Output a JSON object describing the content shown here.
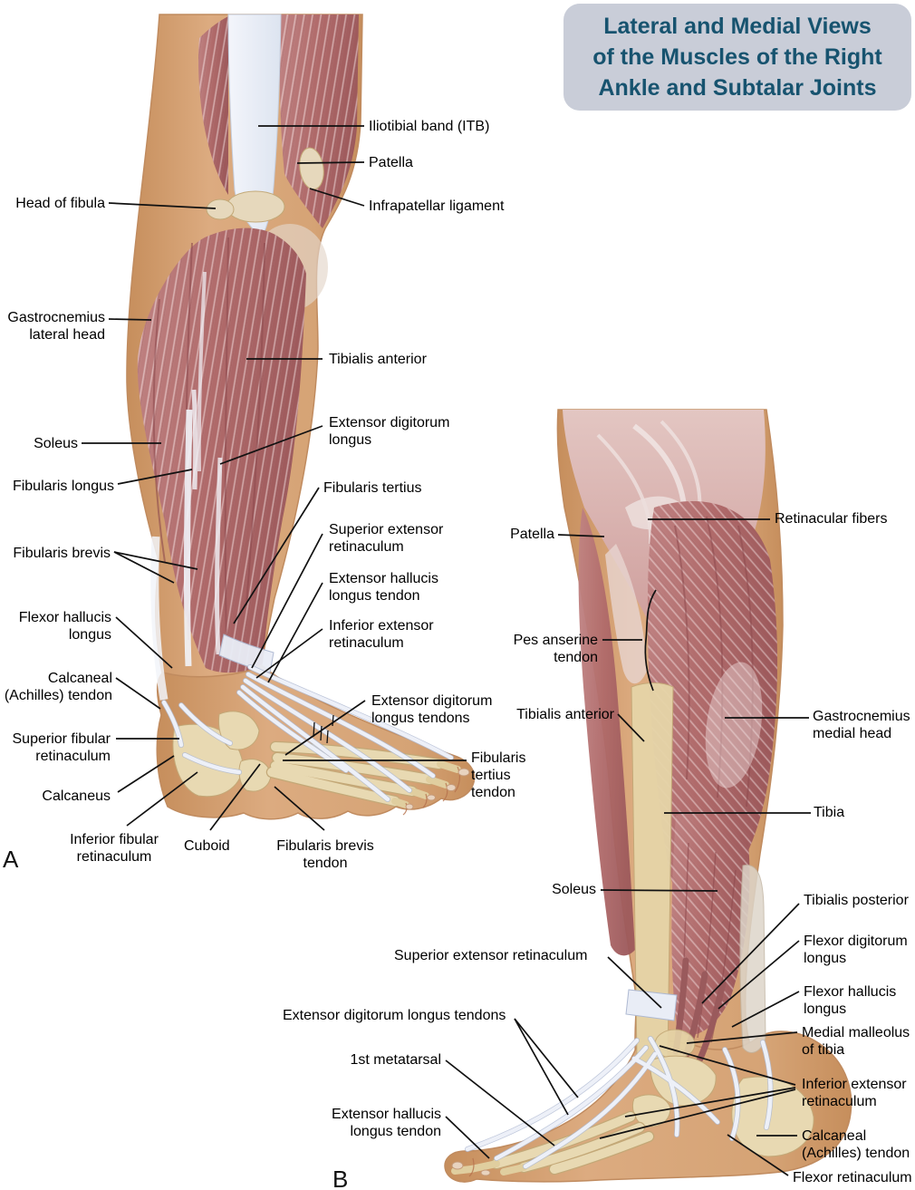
{
  "title": {
    "line1": "Lateral and Medial Views",
    "line2": "of the Muscles of the Right",
    "line3": "Ankle and Subtalar Joints"
  },
  "figure_a": {
    "letter": "A",
    "view": "lateral",
    "labels": [
      {
        "id": "iliotibial-band",
        "text": "Iliotibial band (ITB)"
      },
      {
        "id": "patella",
        "text": "Patella"
      },
      {
        "id": "head-of-fibula",
        "text": "Head of fibula"
      },
      {
        "id": "infrapatellar-ligament",
        "text": "Infrapatellar ligament"
      },
      {
        "id": "gastrocnemius-lateral-head",
        "text": "Gastrocnemius\nlateral head"
      },
      {
        "id": "tibialis-anterior",
        "text": "Tibialis anterior"
      },
      {
        "id": "soleus",
        "text": "Soleus"
      },
      {
        "id": "extensor-digitorum-longus",
        "text": "Extensor digitorum\nlongus"
      },
      {
        "id": "fibularis-longus",
        "text": "Fibularis longus"
      },
      {
        "id": "fibularis-tertius",
        "text": "Fibularis tertius"
      },
      {
        "id": "superior-extensor-retinaculum",
        "text": "Superior extensor\nretinaculum"
      },
      {
        "id": "fibularis-brevis",
        "text": "Fibularis brevis"
      },
      {
        "id": "extensor-hallucis-longus-tendon",
        "text": "Extensor hallucis\nlongus tendon"
      },
      {
        "id": "inferior-extensor-retinaculum",
        "text": "Inferior extensor\nretinaculum"
      },
      {
        "id": "flexor-hallucis-longus",
        "text": "Flexor hallucis\nlongus"
      },
      {
        "id": "calcaneal-achilles-tendon",
        "text": "Calcaneal\n(Achilles) tendon"
      },
      {
        "id": "extensor-digitorum-longus-tendons",
        "text": "Extensor digitorum\nlongus tendons"
      },
      {
        "id": "superior-fibular-retinaculum",
        "text": "Superior fibular\nretinaculum"
      },
      {
        "id": "fibularis-tertius-tendon",
        "text": "Fibularis\ntertius\ntendon"
      },
      {
        "id": "calcaneus",
        "text": "Calcaneus"
      },
      {
        "id": "inferior-fibular-retinaculum",
        "text": "Inferior fibular\nretinaculum"
      },
      {
        "id": "cuboid",
        "text": "Cuboid"
      },
      {
        "id": "fibularis-brevis-tendon",
        "text": "Fibularis brevis\ntendon"
      }
    ]
  },
  "figure_b": {
    "letter": "B",
    "view": "medial",
    "labels": [
      {
        "id": "retinacular-fibers",
        "text": "Retinacular fibers"
      },
      {
        "id": "patella",
        "text": "Patella"
      },
      {
        "id": "pes-anserine-tendon",
        "text": "Pes anserine\ntendon"
      },
      {
        "id": "tibialis-anterior",
        "text": "Tibialis anterior"
      },
      {
        "id": "gastrocnemius-medial-head",
        "text": "Gastrocnemius\nmedial head"
      },
      {
        "id": "tibia",
        "text": "Tibia"
      },
      {
        "id": "soleus",
        "text": "Soleus"
      },
      {
        "id": "tibialis-posterior",
        "text": "Tibialis posterior"
      },
      {
        "id": "superior-extensor-retinaculum",
        "text": "Superior extensor retinaculum"
      },
      {
        "id": "flexor-digitorum-longus",
        "text": "Flexor digitorum\nlongus"
      },
      {
        "id": "extensor-digitorum-longus-tendons",
        "text": "Extensor digitorum longus tendons"
      },
      {
        "id": "flexor-hallucis-longus",
        "text": "Flexor hallucis\nlongus"
      },
      {
        "id": "medial-malleolus-of-tibia",
        "text": "Medial malleolus\nof tibia"
      },
      {
        "id": "first-metatarsal",
        "text": "1st metatarsal"
      },
      {
        "id": "inferior-extensor-retinaculum",
        "text": "Inferior extensor\nretinaculum"
      },
      {
        "id": "extensor-hallucis-longus-tendon",
        "text": "Extensor hallucis\nlongus tendon"
      },
      {
        "id": "calcaneal-achilles-tendon",
        "text": "Calcaneal\n(Achilles) tendon"
      },
      {
        "id": "flexor-retinaculum",
        "text": "Flexor retinaculum"
      }
    ]
  },
  "colors": {
    "title_bg": "#c9cdd8",
    "title_text": "#17536f",
    "label_text": "#000000",
    "leader_line": "#111111",
    "skin": "#d3a077",
    "skin_dark": "#bd8256",
    "muscle": "#b06a6a",
    "muscle_dark": "#8e4a4e",
    "tendon": "#e9edf6",
    "tendon_line": "#aeb9d2",
    "bone": "#e8d9b2",
    "bone_dark": "#c3a877"
  }
}
